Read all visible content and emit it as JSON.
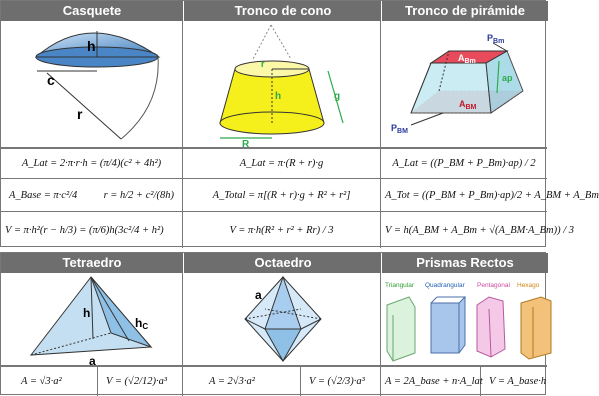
{
  "top": {
    "headers": [
      "Casquete",
      "Tronco de cono",
      "Tronco de pirámide"
    ],
    "casquete": {
      "label_h": "h",
      "label_c": "c",
      "label_r": "r"
    },
    "cono": {
      "label_r": "r",
      "label_h": "h",
      "label_g": "g",
      "label_R": "R"
    },
    "piramide": {
      "label_Abm": "A",
      "label_Abm_sub": "Bm",
      "label_Pbm": "P",
      "label_Pbm_sub": "Bm",
      "label_ap": "ap",
      "label_ABM": "A",
      "label_ABM_sub": "BM",
      "label_PBM": "P",
      "label_PBM_sub": "BM"
    },
    "formulas": {
      "row1": [
        "A_Lat = 2·π·r·h = (π/4)(c² + 4h²)",
        "A_Lat = π·(R + r)·g",
        "A_Lat = ((P_BM + P_Bm)·ap) / 2"
      ],
      "row2_col1a": "A_Base = π·c²/4",
      "row2_col1b": "r = h/2 + c²/(8h)",
      "row2": [
        "A_Total = π[(R + r)·g + R² + r²]",
        "A_Tot = ((P_BM + P_Bm)·ap)/2 + A_BM + A_Bm"
      ],
      "row3": [
        "V = π·h²(r − h/3) = (π/6)h(3c²/4 + h²)",
        "V = π·h(R² + r² + Rr) / 3",
        "V = h(A_BM + A_Bm + √(A_BM·A_Bm)) / 3"
      ]
    }
  },
  "bottom": {
    "headers": [
      "Tetraedro",
      "Octaedro",
      "Prismas Rectos"
    ],
    "tetra": {
      "label_h": "h",
      "label_hc": "h",
      "label_hc_sub": "C",
      "label_a": "a"
    },
    "octa": {
      "label_a": "a"
    },
    "prismas": {
      "names": [
        "Triangular",
        "Quadrangular",
        "Pentagonal",
        "Hexago"
      ],
      "name_colors": [
        "#2e9e2e",
        "#1f5fb5",
        "#d04aa0",
        "#d08a1a"
      ]
    },
    "formulas": {
      "tetra": [
        "A = √3·a²",
        "V = (√2/12)·a³"
      ],
      "octa": [
        "A = 2√3·a²",
        "V = (√2/3)·a³"
      ],
      "prismas": [
        "A = 2A_base + n·A_lat",
        "V = A_base·h"
      ]
    }
  },
  "colors": {
    "header_bg": "#6e6e6e",
    "casquete_blue": "#5b9bd5",
    "cono_yellow": "#f5ef1c",
    "piramide_top": "#e84b5b",
    "piramide_side": "#bfe8f0",
    "dimension_green": "#2eaa4a"
  }
}
